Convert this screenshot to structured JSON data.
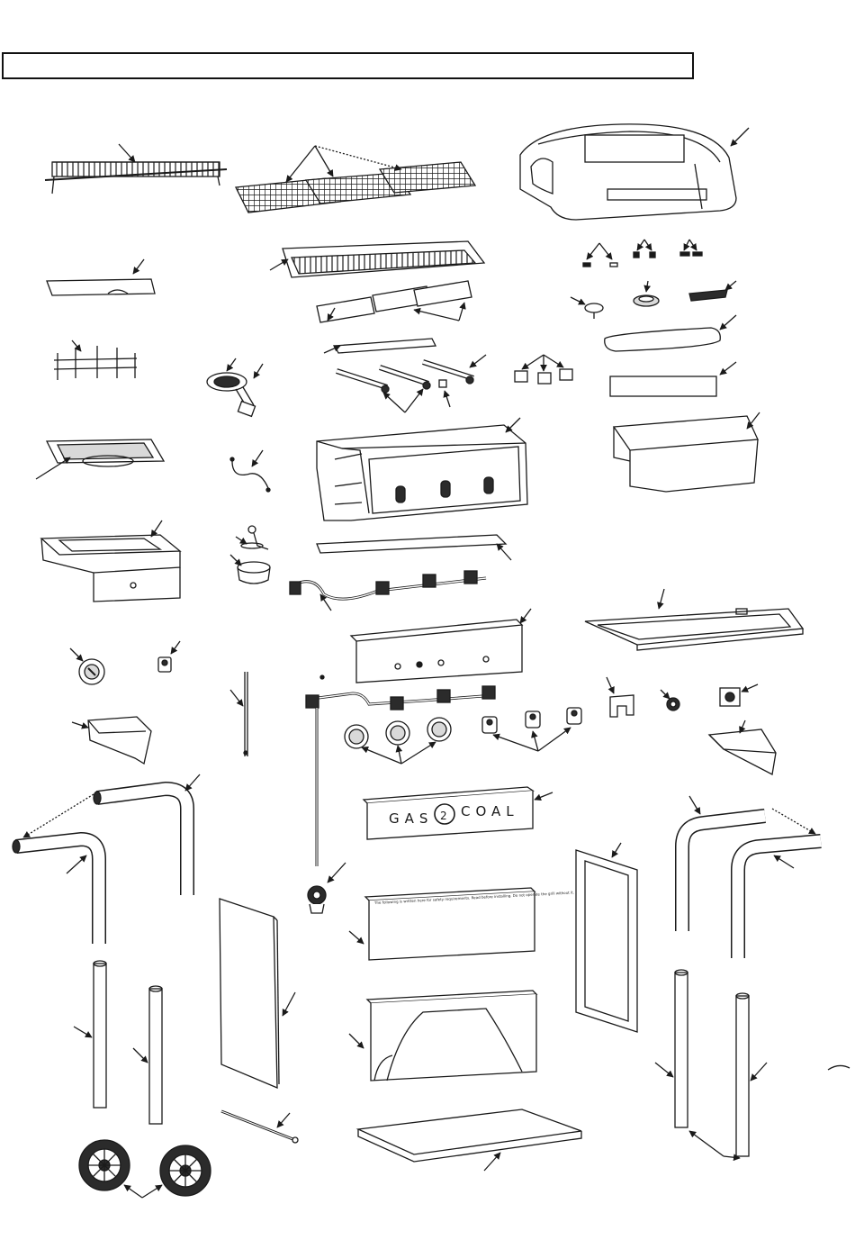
{
  "diagram": {
    "title_box_text": "",
    "front_panel_brand": {
      "letters_left": "GAS",
      "center_numeral": "2",
      "letters_right": "COAL"
    },
    "storage_panel_warning": "The following is written here for safety requirements. Read before installing. Do not operate the grill without it."
  },
  "colors": {
    "line": "#1a1a1a",
    "fill_light": "#f2f2f2",
    "fill_mid": "#d9d9d9",
    "fill_dark": "#2b2b2b",
    "background": "#ffffff"
  },
  "parts": [
    "warming-rack",
    "cooking-grates",
    "lid",
    "side-burner-cover",
    "grease-tray",
    "lid-hardware",
    "thermometer-bezel",
    "handle-brackets",
    "heat-tents",
    "burner-tube-holder",
    "side-burner-grate",
    "lid-handle",
    "side-burner",
    "main-burners",
    "firebox-brackets",
    "lid-rear-panel",
    "igniter-wire",
    "firebox",
    "side-shelf",
    "ash-pan",
    "electrode",
    "side-burner-box",
    "manifold-hose",
    "grease-cup",
    "heat-shield",
    "side-shelf-frame",
    "side-burner-knob",
    "knob-bezel",
    "control-panel",
    "manifold",
    "bezel-left",
    "igniter-button",
    "igniter-box",
    "side-burner-shelf-bracket",
    "main-knobs",
    "main-bezels",
    "front-panel",
    "lp-hose-regulator",
    "leg-frame-left-a",
    "leg-frame-left-b",
    "leg-frame-right-a",
    "leg-frame-right-b",
    "door-frame",
    "storage-panel",
    "rear-panel",
    "side-panel-left",
    "legs-lower-left",
    "legs-lower-right",
    "wheel-axle",
    "wheels",
    "bottom-shelf"
  ]
}
